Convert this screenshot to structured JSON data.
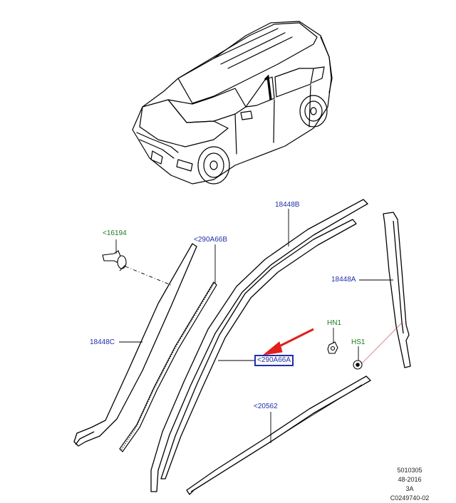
{
  "callouts": {
    "c16194": "<16194",
    "c290A66B": "<290A66B",
    "c18448B": "18448B",
    "c18448A": "18448A",
    "c18448C": "18448C",
    "cHN1": "HN1",
    "cHS1": "HS1",
    "c290A66A": "<290A66A",
    "c20562": "<20562"
  },
  "footer": {
    "line1": "5010305",
    "line2": "48-2016",
    "line3": "3A",
    "line4": "C0249740-02"
  },
  "colors": {
    "callout_blue": "#1f2fa8",
    "callout_green": "#1f7a1f",
    "highlight_arrow": "#e0201c",
    "line_art": "#000000"
  }
}
